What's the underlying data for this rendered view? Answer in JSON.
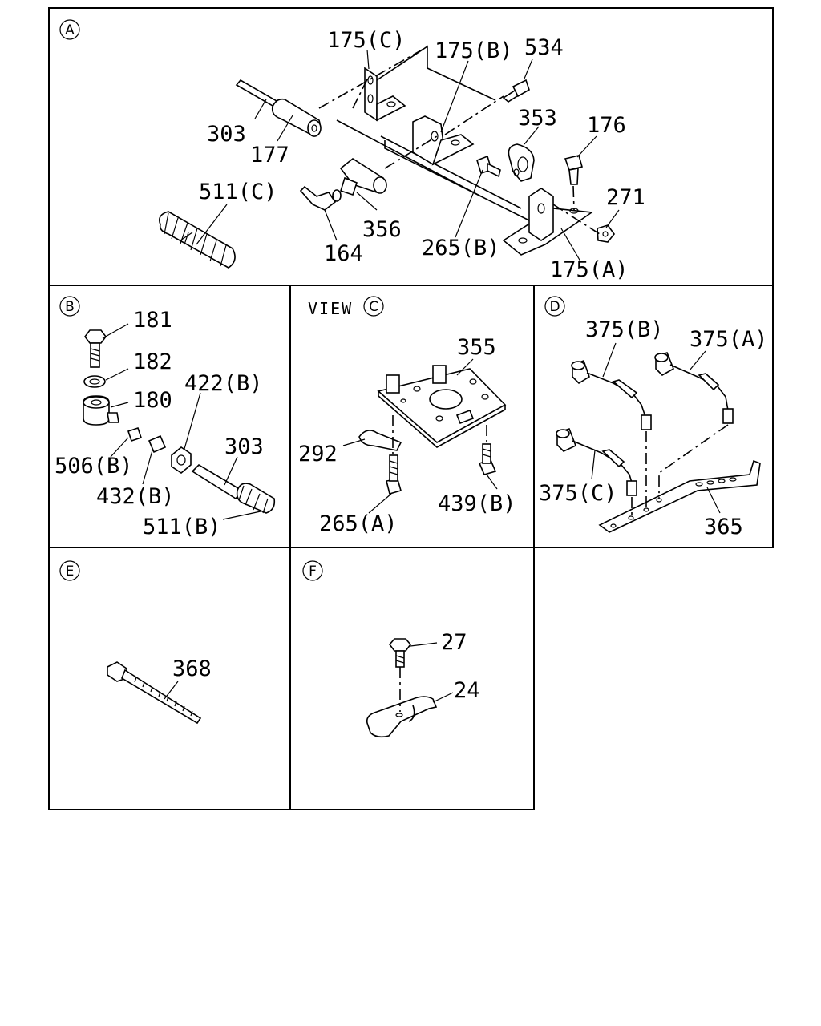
{
  "panels": {
    "A": {
      "marker": "A",
      "labels": {
        "p175c": "175(C)",
        "p175b": "175(B)",
        "p534": "534",
        "p303": "303",
        "p177": "177",
        "p353": "353",
        "p176": "176",
        "p511c": "511(C)",
        "p271": "271",
        "p356": "356",
        "p164": "164",
        "p265b": "265(B)",
        "p175a": "175(A)"
      }
    },
    "B": {
      "marker": "B",
      "labels": {
        "p181": "181",
        "p182": "182",
        "p180": "180",
        "p422b": "422(B)",
        "p303": "303",
        "p506b": "506(B)",
        "p432b": "432(B)",
        "p511b": "511(B)"
      }
    },
    "C": {
      "title_prefix": "VIEW",
      "marker": "C",
      "labels": {
        "p355": "355",
        "p292": "292",
        "p439b": "439(B)",
        "p265a": "265(A)"
      }
    },
    "D": {
      "marker": "D",
      "labels": {
        "p375b": "375(B)",
        "p375a": "375(A)",
        "p375c": "375(C)",
        "p365": "365"
      }
    },
    "E": {
      "marker": "E",
      "labels": {
        "p368": "368"
      }
    },
    "F": {
      "marker": "F",
      "labels": {
        "p27": "27",
        "p24": "24"
      }
    }
  }
}
